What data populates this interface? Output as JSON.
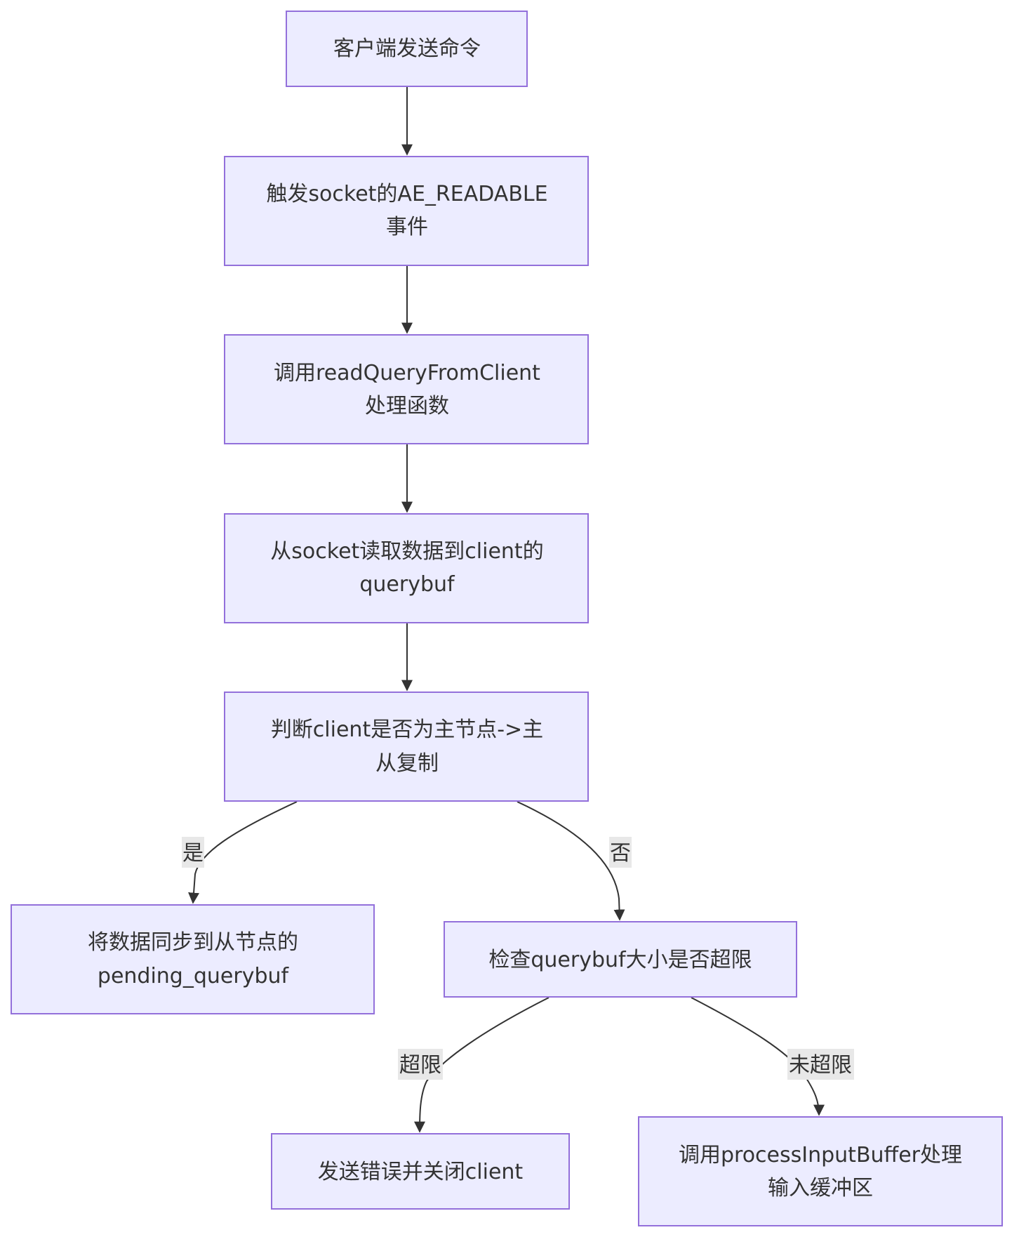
{
  "nodes": {
    "client_send": {
      "lines": [
        "客户端发送命令"
      ]
    },
    "trigger_readable": {
      "lines": [
        "触发socket的AE_READABLE",
        "事件"
      ]
    },
    "call_read_query": {
      "lines": [
        "调用readQueryFromClient",
        "处理函数"
      ]
    },
    "read_socket": {
      "lines": [
        "从socket读取数据到client的",
        "querybuf"
      ]
    },
    "check_master": {
      "lines": [
        "判断client是否为主节点->主",
        "从复制"
      ]
    },
    "sync_pending": {
      "lines": [
        "将数据同步到从节点的",
        "pending_querybuf"
      ]
    },
    "check_size": {
      "lines": [
        "检查querybuf大小是否超限"
      ]
    },
    "send_error": {
      "lines": [
        "发送错误并关闭client"
      ]
    },
    "process_input": {
      "lines": [
        "调用processInputBuffer处理",
        "输入缓冲区"
      ]
    }
  },
  "edge_labels": {
    "yes": "是",
    "no": "否",
    "over_limit": "超限",
    "not_over_limit": "未超限"
  },
  "colors": {
    "node_fill": "#ECECFF",
    "node_stroke": "#9370DB",
    "edge": "#333333",
    "text": "#333333",
    "label_bg": "#E8E8E8"
  }
}
